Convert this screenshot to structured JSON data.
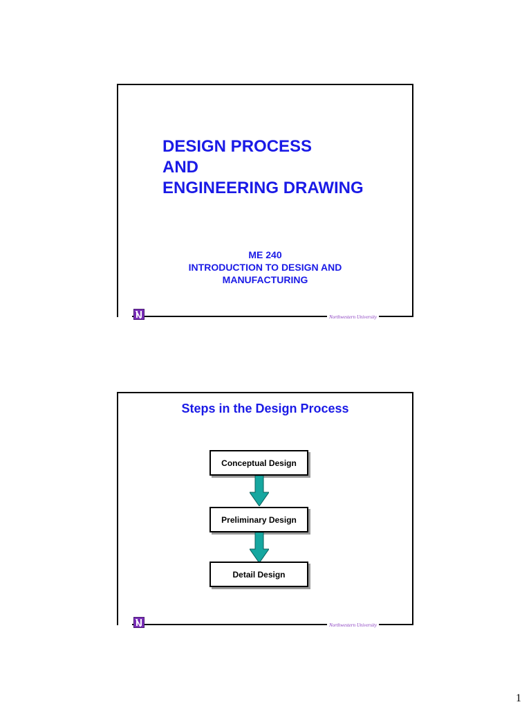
{
  "slide1": {
    "title_lines": [
      "DESIGN PROCESS",
      "AND",
      "ENGINEERING DRAWING"
    ],
    "subtitle_lines": [
      "ME 240",
      "INTRODUCTION TO DESIGN AND",
      "MANUFACTURING"
    ],
    "footer": "Northwestern University"
  },
  "slide2": {
    "title": "Steps in the Design Process",
    "steps": [
      "Conceptual Design",
      "Preliminary Design",
      "Detail Design"
    ],
    "footer": "Northwestern University"
  },
  "page_number": "1",
  "colors": {
    "title": "#1a1ae6",
    "arrow": "#16a7a0",
    "logo": "#7a2fb8"
  }
}
